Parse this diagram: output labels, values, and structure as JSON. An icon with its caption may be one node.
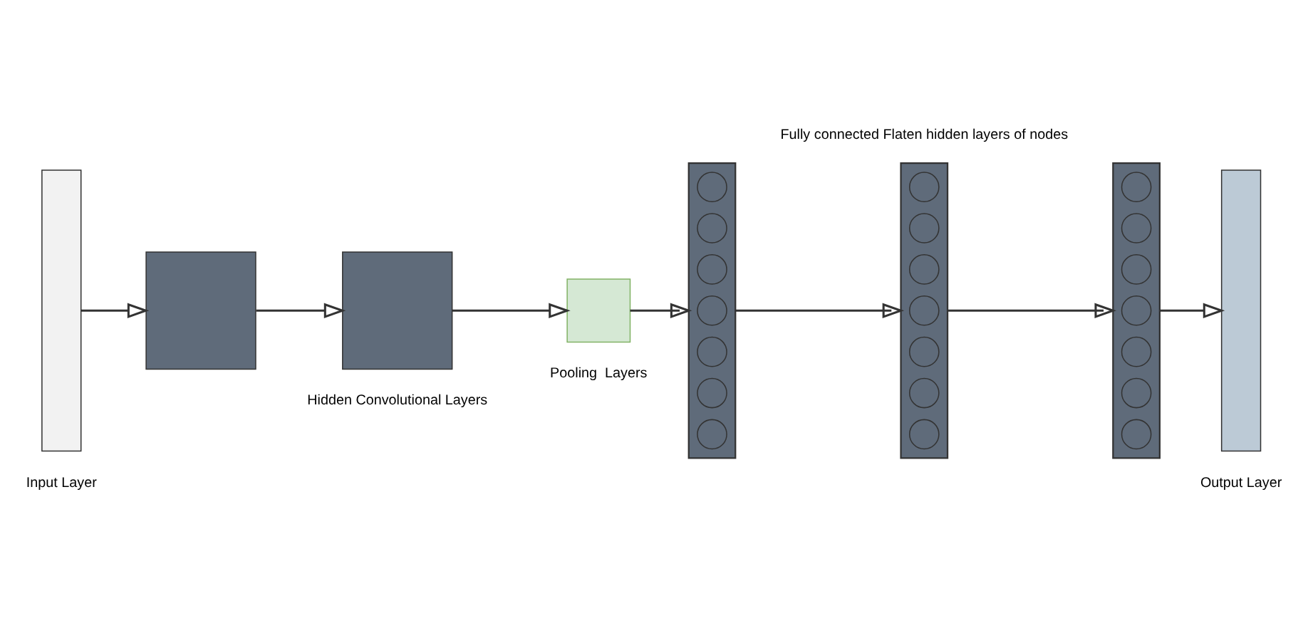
{
  "diagram": {
    "nodes": [
      {
        "text": [],
        "shape": "bar",
        "beside": [
          "Input Layer"
        ]
      },
      {
        "text": [],
        "shape": "box"
      },
      {
        "text": [],
        "shape": "box"
      },
      {
        "text": [],
        "shape": "box"
      },
      {
        "text": [],
        "shape": "bar"
      },
      {
        "text": [],
        "shape": "circle",
        "in": 4
      },
      {
        "text": [],
        "shape": "circle",
        "in": 4
      },
      {
        "text": [],
        "shape": "circle",
        "in": 4
      },
      {
        "text": [],
        "shape": "circle",
        "in": 4
      },
      {
        "text": [],
        "shape": "circle",
        "in": 4
      },
      {
        "text": [],
        "shape": "circle",
        "in": 4
      },
      {
        "text": [],
        "shape": "circle",
        "in": 4
      },
      {
        "text": [],
        "shape": "bar"
      },
      {
        "text": [],
        "shape": "circle",
        "in": 12
      },
      {
        "text": [],
        "shape": "circle",
        "in": 12
      },
      {
        "text": [],
        "shape": "circle",
        "in": 12
      },
      {
        "text": [],
        "shape": "circle",
        "in": 12
      },
      {
        "text": [],
        "shape": "circle",
        "in": 12
      },
      {
        "text": [],
        "shape": "circle",
        "in": 12
      },
      {
        "text": [],
        "shape": "circle",
        "in": 12
      },
      {
        "text": [],
        "shape": "bar"
      },
      {
        "text": [],
        "shape": "circle",
        "in": 20
      },
      {
        "text": [],
        "shape": "circle",
        "in": 20
      },
      {
        "text": [],
        "shape": "circle",
        "in": 20
      },
      {
        "text": [],
        "shape": "circle",
        "in": 20
      },
      {
        "text": [],
        "shape": "circle",
        "in": 20
      },
      {
        "text": [],
        "shape": "circle",
        "in": 20
      },
      {
        "text": [],
        "shape": "circle",
        "in": 20
      },
      {
        "text": [],
        "shape": "bar",
        "beside": [
          "Output Layer"
        ]
      }
    ],
    "edges": [
      {
        "from": 0,
        "to": 1,
        "arrow": "to"
      },
      {
        "from": 1,
        "to": 2,
        "arrow": "to"
      },
      {
        "from": 2,
        "to": 3,
        "arrow": "to"
      },
      {
        "from": 3,
        "to": 4,
        "arrow": "to"
      },
      {
        "from": 4,
        "to": 12,
        "arrow": "to"
      },
      {
        "from": 12,
        "to": 20,
        "arrow": "to"
      },
      {
        "from": 20,
        "to": 28,
        "arrow": "to"
      }
    ],
    "labels": [
      "Hidden Convolutional Layers",
      "Pooling  Layers",
      "Fully connected Flaten hidden layers of nodes"
    ]
  }
}
